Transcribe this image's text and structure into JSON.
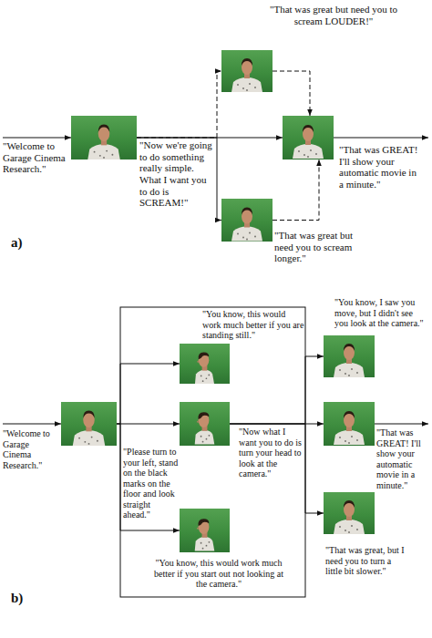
{
  "diagram": {
    "nodes": [
      {
        "text": [
          "\"Welcome to Garage Cinema Research.\"",
          "\"Now we're going to do something really simple. What I want you to do is SCREAM!\""
        ]
      },
      {
        "text": [
          "\"That was great but need you to scream LOUDER!\""
        ]
      },
      {
        "text": [
          "\"That was great but need you to scream longer.\""
        ]
      },
      {
        "text": [
          "\"That was GREAT! I'll show your automatic movie in a minute.\""
        ]
      },
      {
        "text": [
          "\"Welcome to Garage Cinema Research.\"",
          "\"Please turn to your left, stand on the black marks on the floor and look straight ahead.\""
        ]
      },
      {
        "text": [
          "\"You know, this would work much better if you are standing still.\""
        ]
      },
      {
        "text": [
          "\"Now what I want you to do is turn your head to look at the camera.\""
        ]
      },
      {
        "text": [
          "\"You know, this would work much better if you start out not looking at the camera.\""
        ]
      },
      {
        "text": [
          "\"You know, I saw you move, but I didn't see you look at the camera.\""
        ]
      },
      {
        "text": [
          "\"That was GREAT! I'll show your automatic movie in a minute.\""
        ]
      },
      {
        "text": [
          "\"That was great, but I need you to turn a little bit slower.\""
        ]
      }
    ],
    "edges": [
      {
        "from": 0,
        "to": 3,
        "arrow": "to"
      },
      {
        "from": 0,
        "to": 1,
        "arrow": "to"
      },
      {
        "from": 0,
        "to": 2,
        "arrow": "to"
      },
      {
        "from": 1,
        "to": 3,
        "arrow": "to"
      },
      {
        "from": 2,
        "to": 3,
        "arrow": "to"
      },
      {
        "from": 4,
        "to": 6,
        "arrow": "to"
      },
      {
        "from": 4,
        "to": 5,
        "arrow": "to"
      },
      {
        "from": 4,
        "to": 7,
        "arrow": "to"
      },
      {
        "from": 6,
        "to": 8,
        "arrow": "to"
      },
      {
        "from": 6,
        "to": 9,
        "arrow": "to"
      },
      {
        "from": 6,
        "to": 10,
        "arrow": "to"
      }
    ],
    "labels": [
      "a)",
      "b)"
    ]
  }
}
